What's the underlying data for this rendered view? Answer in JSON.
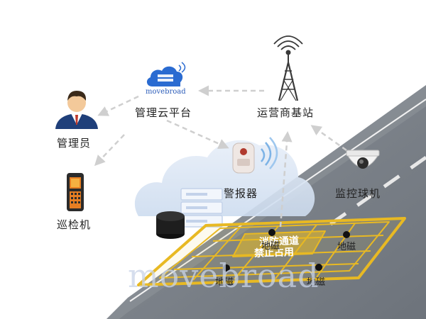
{
  "logo": {
    "text": "movebroad"
  },
  "watermark": {
    "text": "movebroad"
  },
  "nodes": {
    "platform": "管理云平台",
    "tower": "运营商基站",
    "admin": "管理员",
    "inspector": "巡检机",
    "alarm": "警报器",
    "camera": "监控球机"
  },
  "zone_text": {
    "line1": "消防通道",
    "line2": "禁止占用"
  },
  "sensors": [
    "地磁",
    "地磁",
    "地磁",
    "地磁"
  ],
  "colors": {
    "road": "#7c828b",
    "zone_line": "#e8b923",
    "arrow": "#cfcfcf",
    "cloud": "#d6e3f3",
    "brand": "#2a5bb8"
  }
}
